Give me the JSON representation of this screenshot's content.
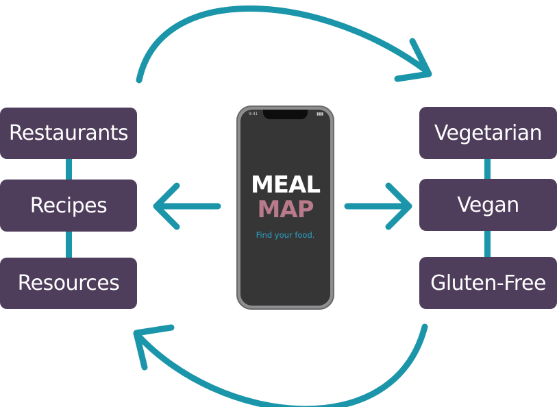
{
  "colors": {
    "box_fill": "#4e3d5b",
    "box_text": "#ffffff",
    "arrow": "#1b95a9",
    "phone_screen": "#363636",
    "logo_meal": "#ffffff",
    "logo_map": "#b97b8c",
    "tagline": "#2aa3c8"
  },
  "phone": {
    "status_time": "9:41",
    "logo_line1": "MEAL",
    "logo_line2": "MAP",
    "tagline": "Find your food."
  },
  "left_boxes": [
    "Restaurants",
    "Recipes",
    "Resources"
  ],
  "right_boxes": [
    "Vegetarian",
    "Vegan",
    "Gluten-Free"
  ],
  "icons": [
    "arrow-left-icon",
    "arrow-right-icon",
    "curved-arrow-top-icon",
    "curved-arrow-bottom-icon"
  ]
}
